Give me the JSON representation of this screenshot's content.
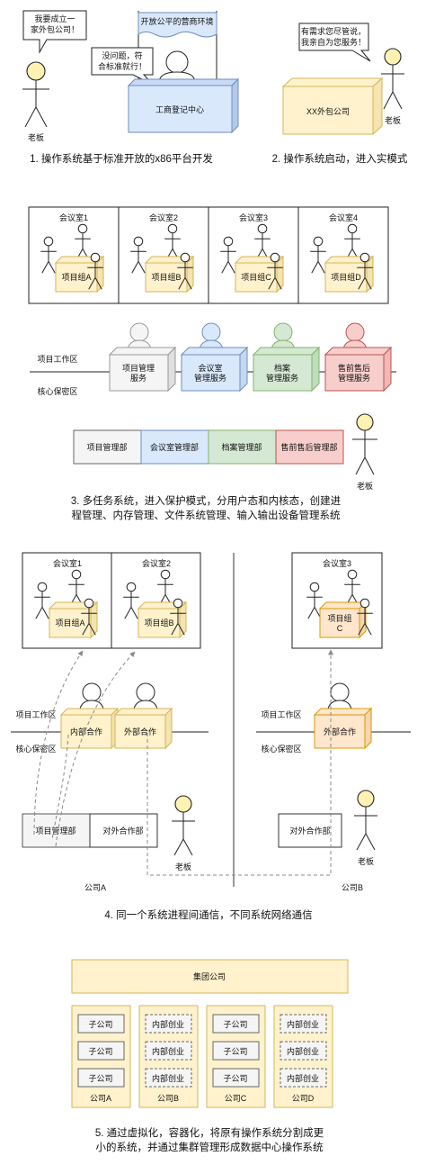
{
  "section1": {
    "boss_speech": "我要成立一\n家外包公司！",
    "boss_label": "老板",
    "banner": "开放公平的营商环境",
    "clerk_speech": "没问题，符\n合标准就行！",
    "desk_label": "工商登记中心",
    "vendor_speech": "有需求您尽管说，\n我亲自为您服务！",
    "vendor_box": "XX外包公司",
    "vendor_boss_label": "老板",
    "caption1": "1. 操作系统基于标准开放的x86平台开发",
    "caption2": "2. 操作系统启动，进入实模式"
  },
  "section3": {
    "rooms": [
      {
        "title": "会议室1",
        "group": "项目组A"
      },
      {
        "title": "会议室2",
        "group": "项目组B"
      },
      {
        "title": "会议室3",
        "group": "项目组C"
      },
      {
        "title": "会议室4",
        "group": "项目组D"
      }
    ],
    "zone_project": "项目工作区",
    "zone_core": "核心保密区",
    "services": [
      "项目管理\n服务",
      "会议室\n管理服务",
      "档案\n管理服务",
      "售前售后\n管理服务"
    ],
    "departments": [
      "项目管理部",
      "会议室管理部",
      "档案管理部",
      "售前售后管理部"
    ],
    "boss_label": "老板",
    "caption": "3. 多任务系统，进入保护模式，分用户态和内核态，创建进\n程管理、内存管理、文件系统管理、输入输出设备管理系统"
  },
  "section4": {
    "company_a": {
      "rooms": [
        {
          "title": "会议室1",
          "group": "项目组A"
        },
        {
          "title": "会议室2",
          "group": "项目组B"
        }
      ],
      "zone_project": "项目工作区",
      "zone_core": "核心保密区",
      "services": [
        "内部合作",
        "外部合作"
      ],
      "departments": [
        "项目管理部",
        "对外合作部"
      ],
      "boss_label": "老板",
      "name": "公司A"
    },
    "company_b": {
      "room": {
        "title": "会议室3",
        "group": "项目组\nC"
      },
      "zone_project": "项目工作区",
      "zone_core": "核心保密区",
      "service": "外部合作",
      "department": "对外合作部",
      "boss_label": "老板",
      "name": "公司B"
    },
    "caption": "4. 同一个系统进程间通信，不同系统网络通信"
  },
  "section5": {
    "group": "集团公司",
    "companies": [
      {
        "name": "公司A",
        "units": [
          "子公司",
          "子公司",
          "子公司"
        ],
        "style": "solid"
      },
      {
        "name": "公司B",
        "units": [
          "内部创业",
          "内部创业",
          "内部创业"
        ],
        "style": "dashed"
      },
      {
        "name": "公司C",
        "units": [
          "子公司",
          "子公司",
          "子公司"
        ],
        "style": "solid"
      },
      {
        "name": "公司D",
        "units": [
          "内部创业",
          "内部创业",
          "内部创业"
        ],
        "style": "dashed"
      }
    ],
    "caption": "5. 通过虚拟化，容器化，将原有操作系统分割成更\n小的系统，并通过集群管理形成数据中心操作系统"
  },
  "colors": {
    "yellow_box": "#fff2cc",
    "yellow_stroke": "#d6b656",
    "blue_box": "#dae8fc",
    "blue_stroke": "#6c8ebf",
    "green_box": "#d5e8d4",
    "green_stroke": "#82b366",
    "red_box": "#f8cecc",
    "red_stroke": "#b85450",
    "grey_box": "#f5f5f5",
    "orange_box": "#ffe6cc",
    "orange_stroke": "#d79b00",
    "stick_figure": "#fff2b3"
  }
}
